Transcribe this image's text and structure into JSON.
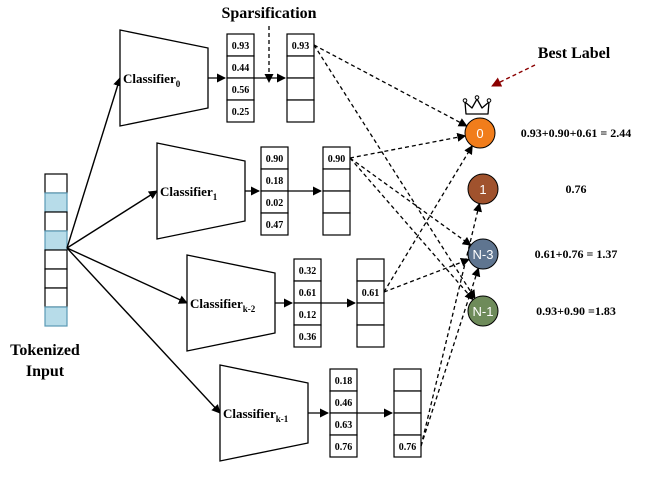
{
  "title": "Sparsification",
  "best_label": "Best Label",
  "input_label": [
    "Tokenized",
    "Input"
  ],
  "colors": {
    "token_fill": "#b7dce9",
    "token_stroke": "#5a9ab5",
    "best_label": "#8b0000",
    "node0": "#f17d1b",
    "node1": "#a0522d",
    "nodeN3": "#5f7590",
    "nodeN1": "#6e8b5a"
  },
  "tokens": [
    false,
    true,
    false,
    true,
    false,
    false,
    false,
    true
  ],
  "classifiers": [
    {
      "name": "Classifier",
      "sub": "0",
      "scores": [
        "0.93",
        "0.44",
        "0.56",
        "0.25"
      ],
      "kept": "0.93",
      "kept_index": 0
    },
    {
      "name": "Classifier",
      "sub": "1",
      "scores": [
        "0.90",
        "0.18",
        "0.02",
        "0.47"
      ],
      "kept": "0.90",
      "kept_index": 0
    },
    {
      "name": "Classifier",
      "sub": "k-2",
      "scores": [
        "0.32",
        "0.61",
        "0.12",
        "0.36"
      ],
      "kept": "0.61",
      "kept_index": 1
    },
    {
      "name": "Classifier",
      "sub": "k-1",
      "scores": [
        "0.18",
        "0.46",
        "0.63",
        "0.76"
      ],
      "kept": "0.76",
      "kept_index": 3
    }
  ],
  "labels": [
    {
      "text": "0",
      "sum": "0.93+0.90+0.61 = 2.44",
      "color_key": "node0",
      "crowned": true
    },
    {
      "text": "1",
      "sum": "0.76",
      "color_key": "node1",
      "crowned": false
    },
    {
      "text": "N-3",
      "sum": "0.61+0.76 = 1.37",
      "color_key": "nodeN3",
      "crowned": false
    },
    {
      "text": "N-1",
      "sum": "0.93+0.90 =1.83",
      "color_key": "nodeN1",
      "crowned": false
    }
  ],
  "connections": [
    {
      "from": 0,
      "to": 0
    },
    {
      "from": 0,
      "to": 3
    },
    {
      "from": 1,
      "to": 0
    },
    {
      "from": 1,
      "to": 2
    },
    {
      "from": 1,
      "to": 3
    },
    {
      "from": 2,
      "to": 0
    },
    {
      "from": 2,
      "to": 2
    },
    {
      "from": 3,
      "to": 1
    },
    {
      "from": 3,
      "to": 2
    }
  ]
}
